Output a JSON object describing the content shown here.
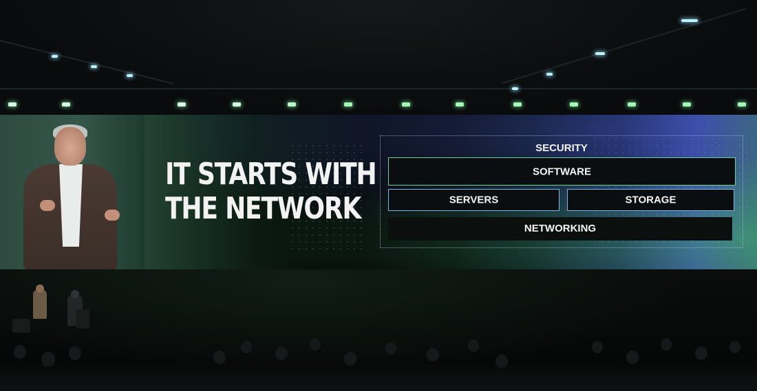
{
  "slide": {
    "headline_line1": "IT STARTS WITH",
    "headline_line2": "THE NETWORK",
    "diagram": {
      "top_label": "SECURITY",
      "software_label": "SOFTWARE",
      "servers_label": "SERVERS",
      "storage_label": "STORAGE",
      "networking_label": "NETWORKING"
    }
  },
  "colors": {
    "box_border_green": "#6fd19a",
    "box_border_blue": "#7fb7e2",
    "accent_blue": "#3a4aa0",
    "accent_green": "#2d4a3d"
  }
}
